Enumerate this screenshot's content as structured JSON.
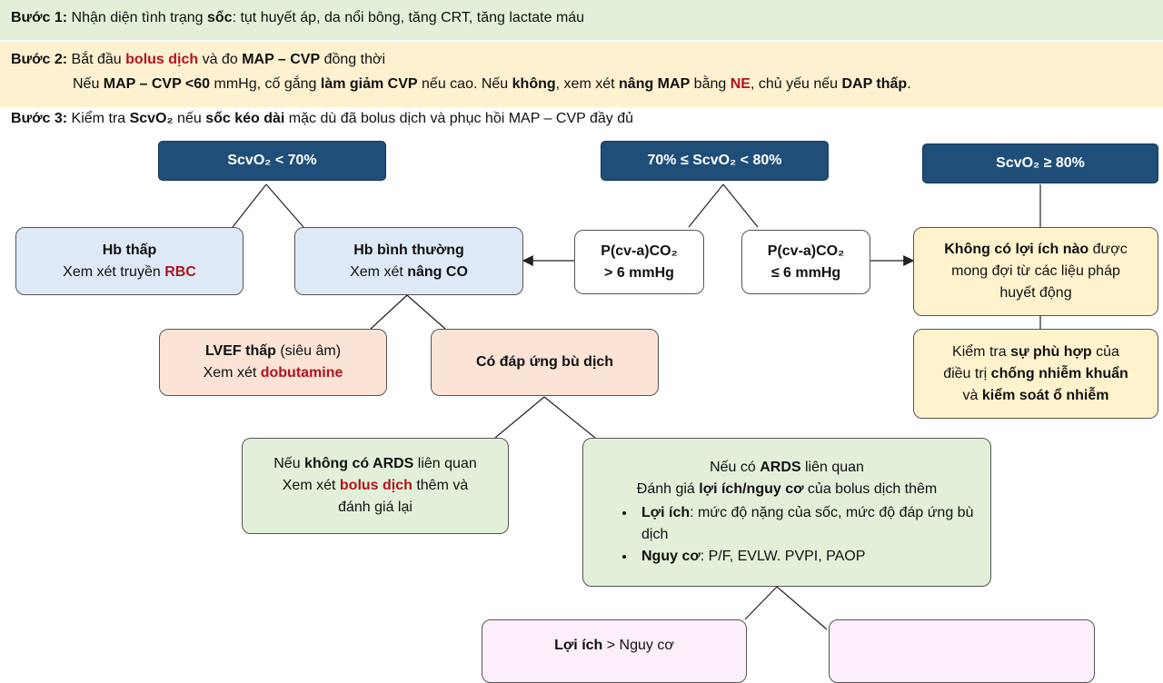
{
  "steps": {
    "step1": {
      "label": "Bước 1:",
      "t1": "Nhận diện tình trạng ",
      "b1": "sốc",
      "t2": ": tụt huyết áp, da nổi bông, tăng CRT, tăng lactate máu"
    },
    "step2": {
      "label": "Bước 2:",
      "t1": "Bắt đầu ",
      "r1": "bolus dịch",
      "t2": " và đo ",
      "b1": "MAP – CVP",
      "t3": " đồng thời",
      "l2_t1": "Nếu ",
      "l2_b1": "MAP – CVP <60",
      "l2_t2": " mmHg, cố gắng ",
      "l2_b2": "làm giảm CVP",
      "l2_t3": " nếu cao. Nếu ",
      "l2_b3": "không",
      "l2_t4": ", xem xét ",
      "l2_b4": "nâng MAP",
      "l2_t5": " bằng ",
      "l2_r1": "NE",
      "l2_t6": ", chủ yếu nếu ",
      "l2_b5": "DAP thấp",
      "l2_t7": "."
    },
    "step3": {
      "label": "Bước 3:",
      "t1": " Kiểm tra ",
      "b1": "ScvO₂",
      "t2": " nếu ",
      "b2": "sốc kéo dài",
      "t3": " mặc dù đã bolus dịch và phục hồi MAP – CVP đầy đủ"
    }
  },
  "headers": {
    "low": "ScvO₂ < 70%",
    "mid": "70% ≤ ScvO₂ < 80%",
    "high": "ScvO₂ ≥ 80%"
  },
  "nodes": {
    "hb_low": {
      "title": "Hb thấp",
      "t1": "Xem xét truyền ",
      "r1": "RBC"
    },
    "hb_normal": {
      "title": "Hb bình thường",
      "t1": "Xem xét ",
      "b1": "nâng CO"
    },
    "pco2_high": {
      "line1": "P(cv-a)CO₂",
      "line2": "> 6 mmHg"
    },
    "pco2_low": {
      "line1": "P(cv-a)CO₂",
      "line2": "≤ 6 mmHg"
    },
    "no_benefit": {
      "b1": "Không có lợi ích nào",
      "t1": " được",
      "line2": "mong đợi từ các liệu pháp",
      "line3": "huyết động"
    },
    "infection": {
      "t1": "Kiểm tra ",
      "b1": "sự phù hợp",
      "t2": " của",
      "t3": "điều trị ",
      "b2": "chống nhiễm khuẩn",
      "t4": "và ",
      "b3": "kiểm soát ổ nhiễm"
    },
    "lvef": {
      "b1": "LVEF thấp",
      "t1": " (siêu âm)",
      "t2": "Xem xét ",
      "r1": "dobutamine"
    },
    "fluid_resp": {
      "title": "Có đáp ứng bù dịch"
    },
    "no_ards": {
      "t1": "Nếu ",
      "b1": "không có ARDS",
      "t2": " liên quan",
      "t3": "Xem xét ",
      "r1": "bolus dịch",
      "t4": " thêm và",
      "t5": "đánh giá lại"
    },
    "ards": {
      "t1": "Nếu có ",
      "b1": "ARDS",
      "t2": " liên quan",
      "t3": "Đánh giá ",
      "b2": "lợi ích/nguy cơ",
      "t4": " của bolus dịch thêm",
      "li1_b": "Lợi ích",
      "li1_t": ": mức độ nặng của sốc, mức độ đáp ứng bù dịch",
      "li2_b": "Nguy cơ",
      "li2_t": ": P/F, EVLW. PVPI, PAOP"
    },
    "benefit_gt_risk": {
      "b1": "Lợi ích",
      "t1": " > Nguy cơ"
    }
  },
  "colors": {
    "header_navy": "#1f4e79",
    "accent_red": "#b0141e",
    "step1_bg": "#e2f0d9",
    "step2_bg": "#fdf1d0"
  }
}
